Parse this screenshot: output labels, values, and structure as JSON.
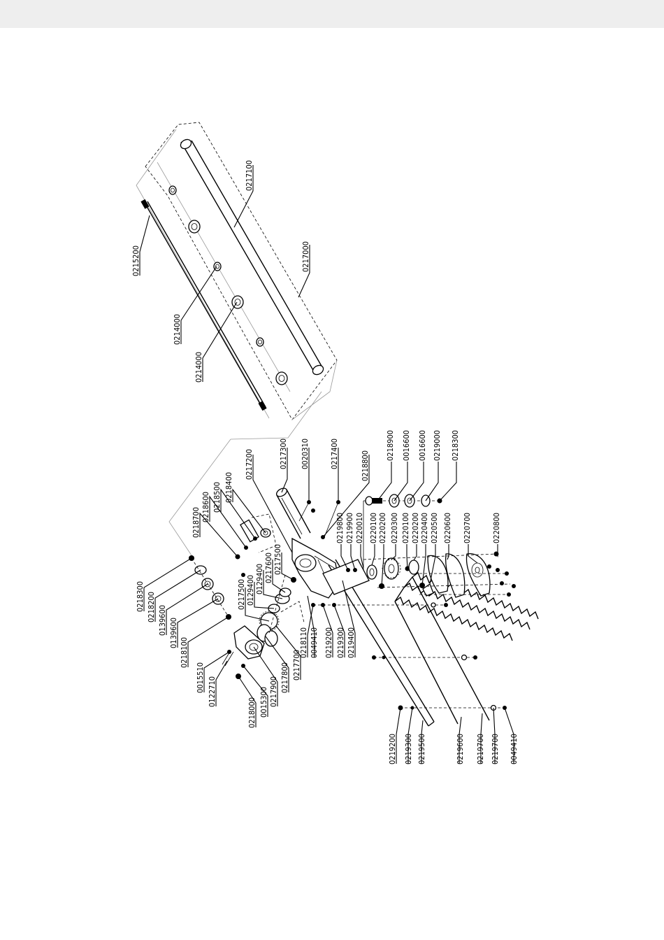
{
  "labels": [
    {
      "text": "0217100"
    },
    {
      "text": "0217000"
    },
    {
      "text": "0215200"
    },
    {
      "text": "0214000"
    },
    {
      "text": "0214000"
    },
    {
      "text": "0218300"
    },
    {
      "text": "0218200"
    },
    {
      "text": "0139600"
    },
    {
      "text": "0139600"
    },
    {
      "text": "0218100"
    },
    {
      "text": "0015510"
    },
    {
      "text": "0122710"
    },
    {
      "text": "0218000"
    },
    {
      "text": "0015300"
    },
    {
      "text": "0217900"
    },
    {
      "text": "0217800"
    },
    {
      "text": "0217700"
    },
    {
      "text": "0218700"
    },
    {
      "text": "0218600"
    },
    {
      "text": "0218500"
    },
    {
      "text": "0218400"
    },
    {
      "text": "0217200"
    },
    {
      "text": "0217300"
    },
    {
      "text": "0020310"
    },
    {
      "text": "0217400"
    },
    {
      "text": "0218800"
    },
    {
      "text": "0217500"
    },
    {
      "text": "0217600"
    },
    {
      "text": "0129400"
    },
    {
      "text": "0129400"
    },
    {
      "text": "0217500"
    },
    {
      "text": "0218110"
    },
    {
      "text": "0049410"
    },
    {
      "text": "0219200"
    },
    {
      "text": "0219300"
    },
    {
      "text": "0219400"
    },
    {
      "text": "0219800"
    },
    {
      "text": "0219900"
    },
    {
      "text": "0220010"
    },
    {
      "text": "0220100"
    },
    {
      "text": "0220200"
    },
    {
      "text": "0220300"
    },
    {
      "text": "0220100"
    },
    {
      "text": "0220200"
    },
    {
      "text": "0220400"
    },
    {
      "text": "0220500"
    },
    {
      "text": "0220600"
    },
    {
      "text": "0220700"
    },
    {
      "text": "0220800"
    },
    {
      "text": "0218900"
    },
    {
      "text": "0016600"
    },
    {
      "text": "0016600"
    },
    {
      "text": "0219000"
    },
    {
      "text": "0218300"
    },
    {
      "text": "0219200"
    },
    {
      "text": "0219300"
    },
    {
      "text": "0219500"
    },
    {
      "text": "0219600"
    },
    {
      "text": "0219700"
    },
    {
      "text": "0219700"
    },
    {
      "text": "0049410"
    }
  ]
}
